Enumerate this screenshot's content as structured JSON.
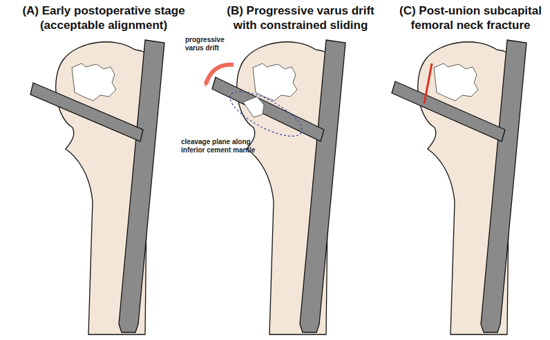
{
  "diagram": {
    "labels": [
      "(A) Early postoperative stage",
      "(acceptable alignment)",
      "(B) Progressive varus drift",
      "with constrained sliding",
      "(C) Post-union subcapital",
      "femoral neck fracture",
      "progressive varus drift",
      "cleavage plane along inferior cement mantle"
    ]
  }
}
